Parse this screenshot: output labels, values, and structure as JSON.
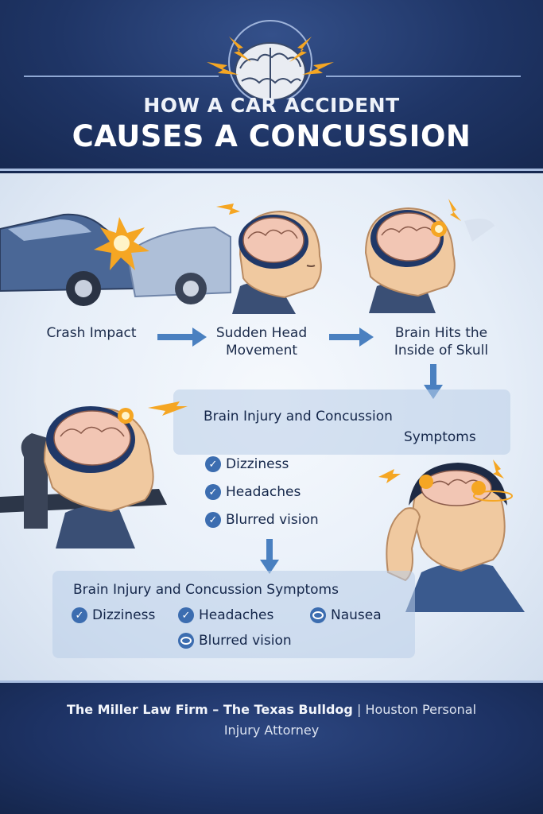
{
  "header": {
    "title_line1": "HOW A CAR ACCIDENT",
    "title_line2": "CAUSES A CONCUSSION"
  },
  "steps": [
    {
      "label_line1": "Crash Impact",
      "label_line2": ""
    },
    {
      "label_line1": "Sudden Head",
      "label_line2": "Movement"
    },
    {
      "label_line1": "Brain Hits the",
      "label_line2": "Inside of Skull"
    }
  ],
  "panel_upper": {
    "title_line1": "Brain Injury and Concussion",
    "title_line2": "Symptoms",
    "symptoms": [
      "Dizziness",
      "Headaches",
      "Blurred vision"
    ]
  },
  "panel_lower": {
    "title": "Brain Injury and Concussion Symptoms",
    "symptoms": [
      "Dizziness",
      "Headaches",
      "Nausea",
      "Blurred vision"
    ]
  },
  "footer": {
    "firm": "The Miller Law Firm – The Texas Bulldog",
    "separator": "|",
    "tagline_line1": "Houston Personal",
    "tagline_line2": "Injury Attorney"
  },
  "colors": {
    "navy": "#1f3566",
    "accent_blue": "#3c6db0",
    "arrow_blue": "#4a80c0",
    "impact_orange": "#f5a623",
    "skin": "#f0c9a0",
    "brain": "#f2c6b4"
  },
  "icons": [
    "brain-icon",
    "lightning-icon",
    "check-icon",
    "eye-icon",
    "arrow-right-icon",
    "arrow-down-icon"
  ]
}
